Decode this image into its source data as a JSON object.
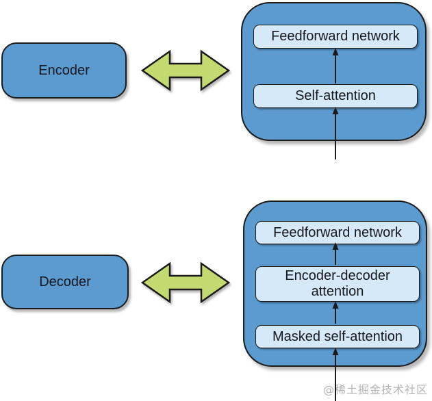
{
  "encoder": {
    "label": "Encoder",
    "stack": {
      "feedforward": "Feedforward network",
      "self_attention": "Self-attention"
    }
  },
  "decoder": {
    "label": "Decoder",
    "stack": {
      "feedforward": "Feedforward network",
      "enc_dec_attention": "Encoder-decoder attention",
      "masked_self_attention": "Masked self-attention"
    }
  },
  "watermark": "@稀土掘金技术社区",
  "colors": {
    "node_blue": "#5b9bd0",
    "layer_light_blue": "#d5e9f8",
    "arrow_green": "#c4d96f",
    "outline_dark": "#1b1b1b",
    "watermark_gray": "#b3b3b3",
    "background": "#ffffff"
  }
}
